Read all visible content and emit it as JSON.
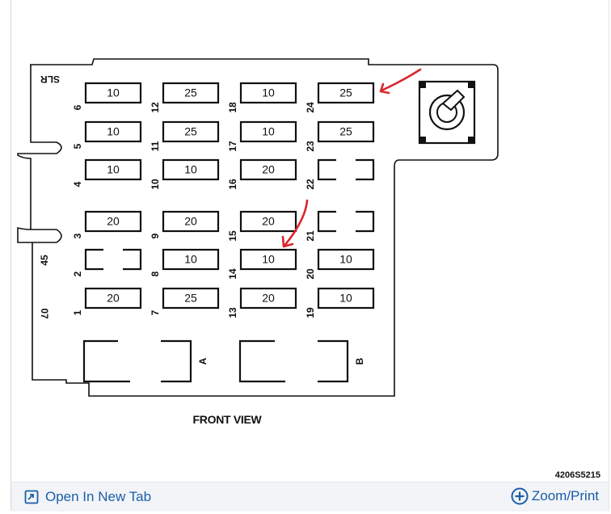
{
  "diagram": {
    "side_label_top": "SLR",
    "side_label_45": "45",
    "side_label_07": "07",
    "caption": "FRONT VIEW",
    "figure_code": "4206S5215",
    "relay_a_label": "A",
    "relay_b_label": "B",
    "fuses": [
      {
        "num": "1",
        "value": "20"
      },
      {
        "num": "2",
        "value": ""
      },
      {
        "num": "3",
        "value": "20"
      },
      {
        "num": "4",
        "value": "10"
      },
      {
        "num": "5",
        "value": "10"
      },
      {
        "num": "6",
        "value": "10"
      },
      {
        "num": "7",
        "value": "25"
      },
      {
        "num": "8",
        "value": "10"
      },
      {
        "num": "9",
        "value": "20"
      },
      {
        "num": "10",
        "value": "10"
      },
      {
        "num": "11",
        "value": "25"
      },
      {
        "num": "12",
        "value": "25"
      },
      {
        "num": "13",
        "value": "20"
      },
      {
        "num": "14",
        "value": "10"
      },
      {
        "num": "15",
        "value": "20"
      },
      {
        "num": "16",
        "value": "20"
      },
      {
        "num": "17",
        "value": "10"
      },
      {
        "num": "18",
        "value": "10"
      },
      {
        "num": "19",
        "value": "10"
      },
      {
        "num": "20",
        "value": "10"
      },
      {
        "num": "21",
        "value": ""
      },
      {
        "num": "22",
        "value": ""
      },
      {
        "num": "23",
        "value": "25"
      },
      {
        "num": "24",
        "value": "25"
      }
    ],
    "annotation_color": "#d9262c"
  },
  "toolbar": {
    "open_new_tab_label": "Open In New Tab",
    "zoom_print_label": "Zoom/Print",
    "link_color": "#1a5ea8"
  },
  "icons": {
    "open_tab": "open-in-new-tab-icon",
    "zoom": "circle-plus-icon"
  }
}
